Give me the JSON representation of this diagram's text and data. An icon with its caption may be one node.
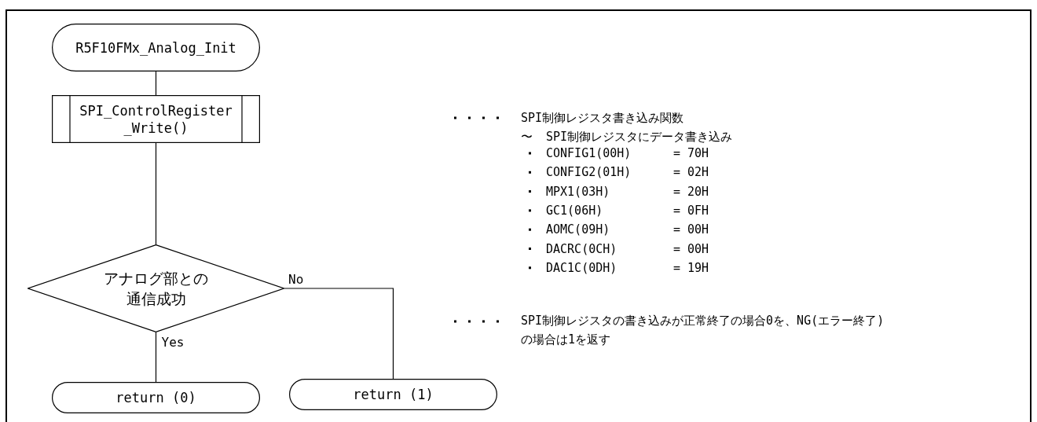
{
  "diagram": {
    "nodes": [
      {
        "text": [
          "R5F10FMx_Analog_Init"
        ]
      },
      {
        "text": [
          "SPI_ControlRegister_Write()"
        ]
      },
      {
        "text": [
          "アナログ部との通信成功"
        ]
      },
      {
        "text": [
          "return (0)"
        ]
      },
      {
        "text": [
          "return (1)"
        ]
      }
    ],
    "edges": [
      {
        "from": 0,
        "to": 1,
        "arrow": "none"
      },
      {
        "from": 1,
        "to": 2,
        "arrow": "none"
      },
      {
        "from": 2,
        "to": 3,
        "arrow": "none",
        "label": "Yes"
      },
      {
        "from": 2,
        "to": 4,
        "arrow": "none",
        "label": "No"
      }
    ],
    "labels": [
      "SPI制御レジスタ書き込み関数",
      "〜",
      "SPI制御レジスタにデータ書き込み",
      "CONFIG1(00H)",
      "= 70H",
      "CONFIG2(01H)",
      "= 02H",
      "MPX1(03H)",
      "= 20H",
      "GC1(06H)",
      "= 0FH",
      "AOMC(09H)",
      "= 00H",
      "DACRC(0CH)",
      "= 00H",
      "DAC1C(0DH)",
      "= 19H",
      "SPI制御レジスタの書き込みが正常終了の場合0を、NG(エラー終了)の場合は1を返す"
    ]
  }
}
